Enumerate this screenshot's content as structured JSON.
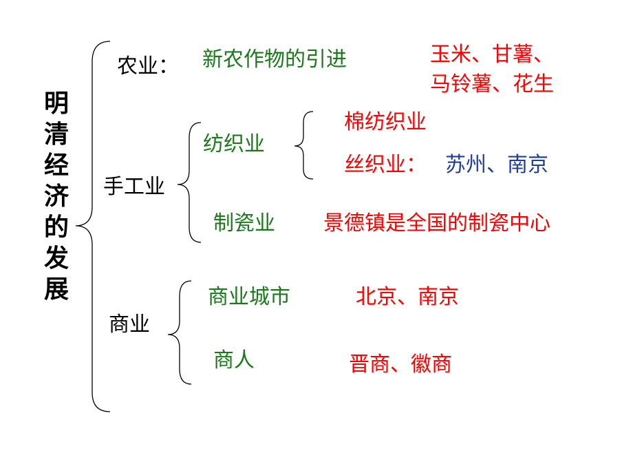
{
  "title": "明清经济的发展",
  "agriculture": {
    "label": "农业：",
    "item": "新农作物的引进",
    "crops_line1": "玉米、甘薯、",
    "crops_line2": "马铃薯、花生"
  },
  "handicraft": {
    "label": "手工业",
    "textile": {
      "label": "纺织业",
      "cotton": "棉纺织业",
      "silk_label": "丝织业：",
      "silk_places": "苏州、南京"
    },
    "porcelain": {
      "label": "制瓷业",
      "detail": "景德镇是全国的制瓷中心"
    }
  },
  "commerce": {
    "label": "商业",
    "cities_label": "商业城市",
    "cities": "北京、南京",
    "merchants_label": "商人",
    "merchants": "晋商、徽商"
  },
  "colors": {
    "category": "#000000",
    "subcategory": "#1a7a1a",
    "detail": "#ff0000",
    "place": "#1f3f99"
  }
}
